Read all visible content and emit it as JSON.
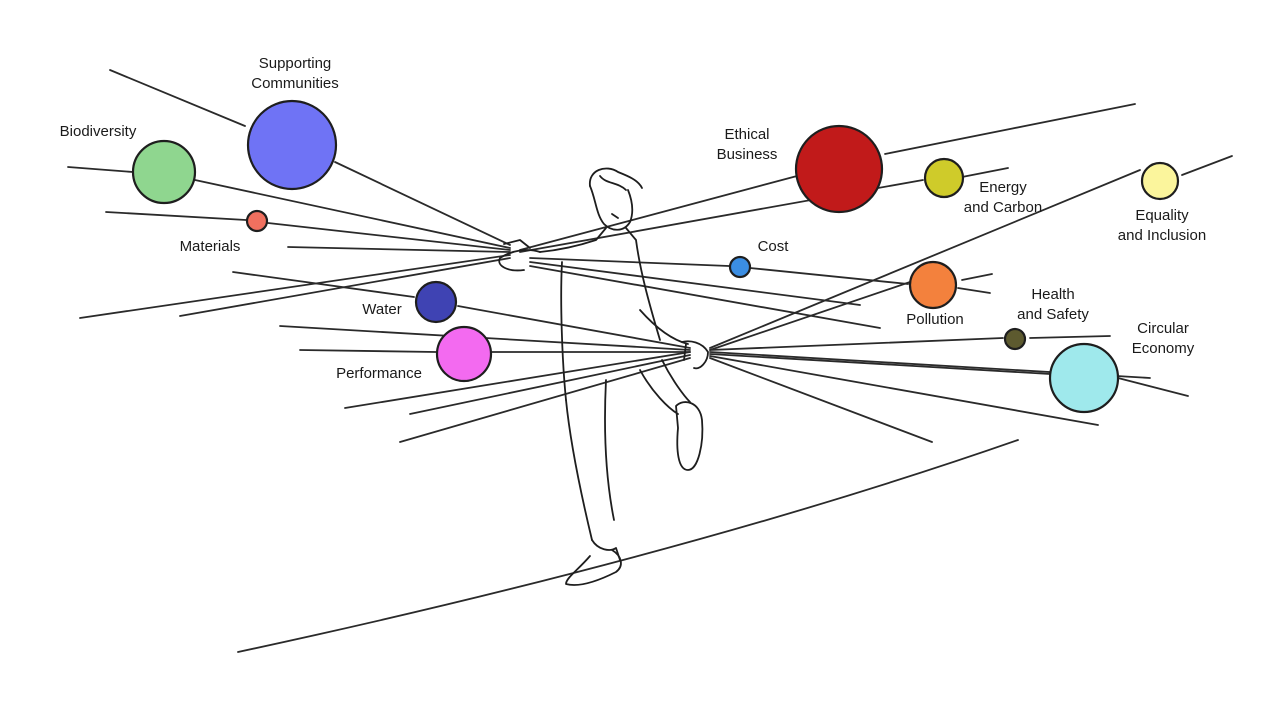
{
  "labels": {
    "supporting_communities": "Supporting\nCommunities",
    "biodiversity": "Biodiversity",
    "materials": "Materials",
    "water": "Water",
    "performance": "Performance",
    "ethical_business": "Ethical\nBusiness",
    "energy_and_carbon": "Energy\nand Carbon",
    "equality_and_inclusion": "Equality\nand Inclusion",
    "cost": "Cost",
    "pollution": "Pollution",
    "health_and_safety": "Health\nand Safety",
    "circular_economy": "Circular\nEconomy"
  },
  "colors": {
    "supporting_communities": "#6f73f5",
    "biodiversity": "#8fd68f",
    "materials": "#f0705f",
    "water": "#3f43b3",
    "performance": "#f36af0",
    "ethical_business": "#c11a1a",
    "energy_and_carbon": "#cfcb2a",
    "equality_and_inclusion": "#fbf59c",
    "cost": "#3b8ee3",
    "pollution": "#f3813d",
    "health_and_safety": "#5d5a2f",
    "circular_economy": "#9fe9ec"
  }
}
